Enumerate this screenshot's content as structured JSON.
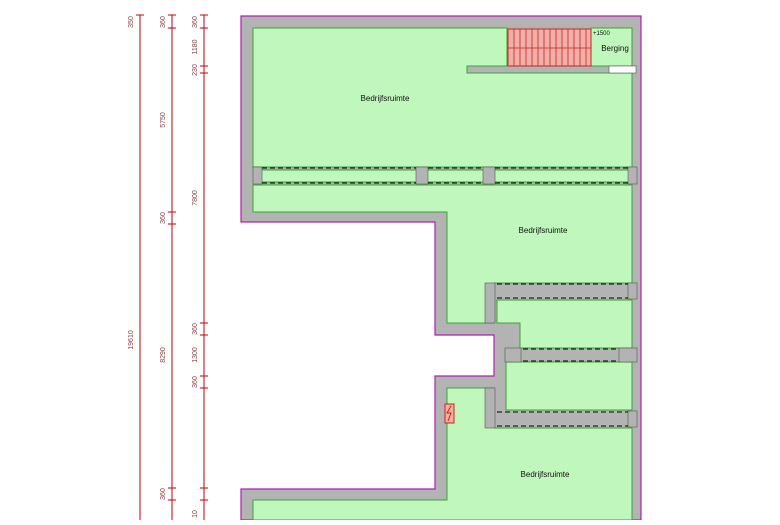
{
  "colors": {
    "wall": "#b3b3b3",
    "wall_outline": "#b020b0",
    "room_fill": "#c0f7bc",
    "room_outline": "#3aa63a",
    "dimension_line": "#cc0000",
    "stair": "#cc2222",
    "stair_fill": "#f0b0a8"
  },
  "dimensions": {
    "outer": [
      "19610"
    ],
    "middle": [
      "360",
      "5750",
      "360",
      "8290",
      "360"
    ],
    "inner": [
      "360",
      "1180",
      "230",
      "7800",
      "360",
      "1300",
      "360",
      "10"
    ],
    "left_top": "350"
  },
  "rooms": {
    "room_1": "Bedrijfsruimte",
    "room_2": "Bedrijfsruimte",
    "room_3": "Bedrijfsruimte",
    "storage": "Berging",
    "storage_level": "+1500"
  },
  "icons": {
    "stair": "stair-icon",
    "electric_meter": "electric-meter-icon"
  }
}
